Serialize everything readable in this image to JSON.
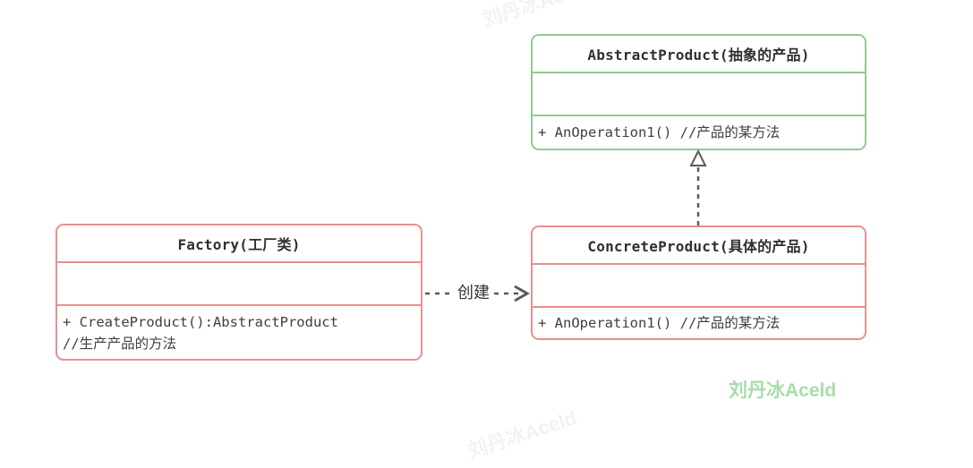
{
  "classes": {
    "abstract_product": {
      "title": "AbstractProduct(抽象的产品)",
      "methods": [
        "+ AnOperation1() //产品的某方法"
      ]
    },
    "factory": {
      "title": "Factory(工厂类)",
      "methods": [
        "+ CreateProduct():AbstractProduct",
        "//生产产品的方法"
      ]
    },
    "concrete_product": {
      "title": "ConcreteProduct(具体的产品)",
      "methods": [
        "+ AnOperation1() //产品的某方法"
      ]
    }
  },
  "relations": {
    "create_arrow_label": "创建"
  },
  "watermark": {
    "text": "刘丹冰Aceld",
    "faint_text": "刘丹冰Aceld"
  },
  "colors": {
    "green_border": "#8fcb8f",
    "red_border": "#e89090",
    "arrow_gray": "#5a5a5a",
    "watermark_green": "#a9dcaa",
    "header_text": "#2f2f2f",
    "method_text": "#3f3f3f"
  }
}
